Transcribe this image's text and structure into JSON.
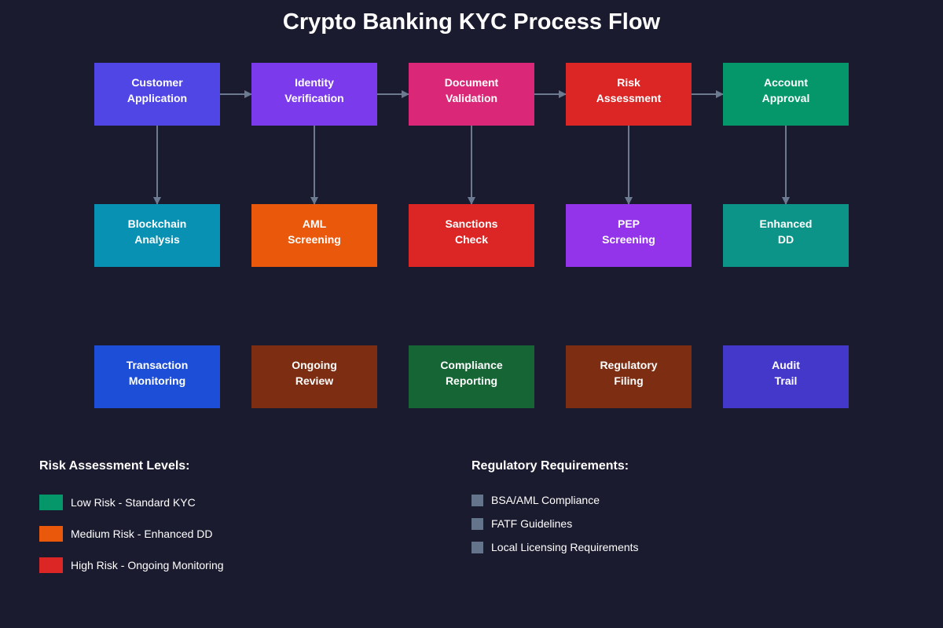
{
  "title": "Crypto Banking KYC Process Flow",
  "colors": {
    "background": "#1a1b2e",
    "connector": "#6b7a90",
    "reg_square": "#64748b"
  },
  "rows": [
    [
      {
        "line1": "Customer",
        "line2": "Application",
        "color": "#4f46e5"
      },
      {
        "line1": "Identity",
        "line2": "Verification",
        "color": "#7c3aed"
      },
      {
        "line1": "Document",
        "line2": "Validation",
        "color": "#db2777"
      },
      {
        "line1": "Risk",
        "line2": "Assessment",
        "color": "#dc2626"
      },
      {
        "line1": "Account",
        "line2": "Approval",
        "color": "#059669"
      }
    ],
    [
      {
        "line1": "Blockchain",
        "line2": "Analysis",
        "color": "#0891b2"
      },
      {
        "line1": "AML",
        "line2": "Screening",
        "color": "#ea580c"
      },
      {
        "line1": "Sanctions",
        "line2": "Check",
        "color": "#dc2626"
      },
      {
        "line1": "PEP",
        "line2": "Screening",
        "color": "#9333ea"
      },
      {
        "line1": "Enhanced",
        "line2": "DD",
        "color": "#0d9488"
      }
    ],
    [
      {
        "line1": "Transaction",
        "line2": "Monitoring",
        "color": "#1d4ed8"
      },
      {
        "line1": "Ongoing",
        "line2": "Review",
        "color": "#7c2d12"
      },
      {
        "line1": "Compliance",
        "line2": "Reporting",
        "color": "#166534"
      },
      {
        "line1": "Regulatory",
        "line2": "Filing",
        "color": "#7c2d12"
      },
      {
        "line1": "Audit",
        "line2": "Trail",
        "color": "#4338ca"
      }
    ]
  ],
  "risk_legend": {
    "heading": "Risk Assessment Levels:",
    "items": [
      {
        "label": "Low Risk - Standard KYC",
        "color": "#059669"
      },
      {
        "label": "Medium Risk - Enhanced DD",
        "color": "#ea580c"
      },
      {
        "label": "High Risk - Ongoing Monitoring",
        "color": "#dc2626"
      }
    ]
  },
  "regulatory": {
    "heading": "Regulatory Requirements:",
    "items": [
      {
        "label": "BSA/AML Compliance"
      },
      {
        "label": "FATF Guidelines"
      },
      {
        "label": "Local Licensing Requirements"
      }
    ]
  }
}
